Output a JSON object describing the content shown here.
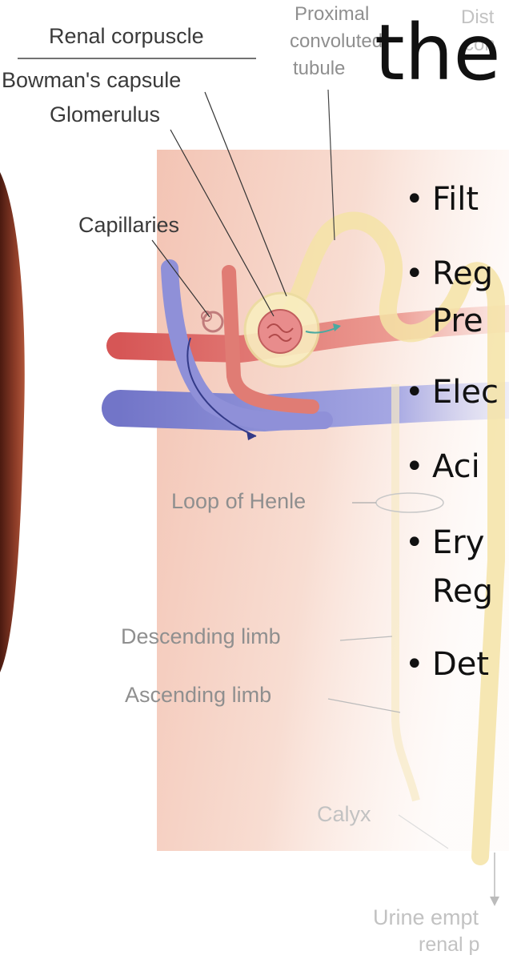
{
  "diagram": {
    "labels": {
      "renal_corpuscle": "Renal corpuscle",
      "bowmans_capsule": "Bowman's capsule",
      "glomerulus": "Glomerulus",
      "capillaries": "Capillaries",
      "proximal_1": "Proximal",
      "proximal_2": "convoluted",
      "proximal_3": "tubule",
      "distal_1": "Dist",
      "distal_2": "con",
      "loop_of_henle": "Loop of Henle",
      "descending_limb": "Descending limb",
      "ascending_limb": "Ascending limb",
      "calyx": "Calyx",
      "urine_1": "Urine empt",
      "urine_2": "renal p"
    },
    "colors": {
      "kidney": "#7a3222",
      "background_block": "#f6d0c3",
      "artery": "#d95a5a",
      "vein": "#7f80d4",
      "tubule": "#f5e3a6"
    }
  },
  "slide": {
    "title_fragment": "the",
    "bullets": [
      {
        "line1": "Filt"
      },
      {
        "line1": "Reg",
        "line2": "Pre"
      },
      {
        "line1": "Elec"
      },
      {
        "line1": "Aci"
      },
      {
        "line1": "Ery",
        "line2": "Reg"
      },
      {
        "line1": "Det"
      }
    ],
    "bullet_char": "•"
  }
}
